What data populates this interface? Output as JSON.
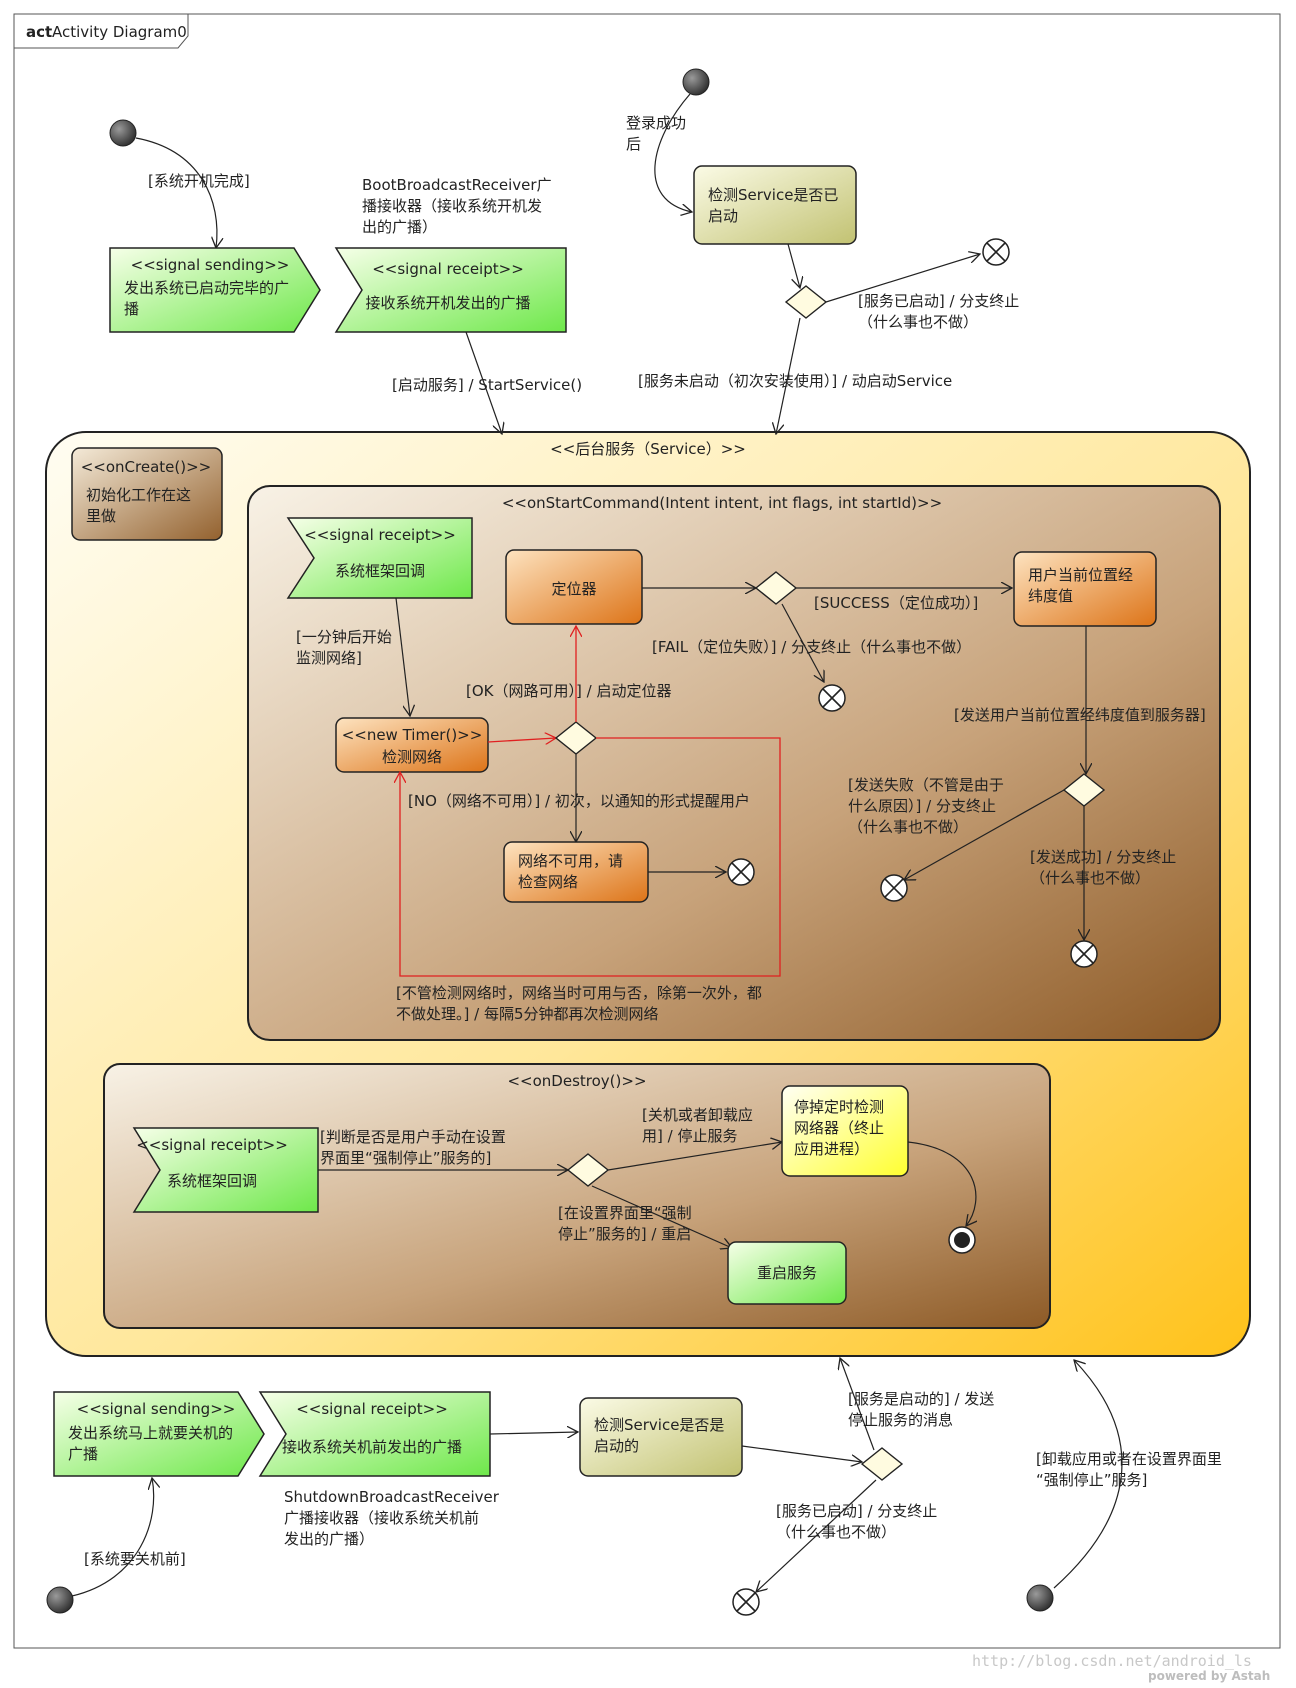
{
  "frame": {
    "keyword": "act",
    "title": "Activity Diagram0"
  },
  "containers": {
    "service": "<<后台服务（Service）>>",
    "on_start_command": "<<onStartCommand(Intent intent, int flags, int startId)>>",
    "on_destroy": "<<onDestroy()>>"
  },
  "nodes": {
    "send_boot_complete": {
      "stereotype": "<<signal sending>>",
      "lines": [
        "发出系统已启动完毕的广",
        "播"
      ]
    },
    "receive_boot": {
      "stereotype": "<<signal receipt>>",
      "lines": [
        "接收系统开机发出的广播"
      ]
    },
    "check_service_started": {
      "lines": [
        "检测Service是否已",
        "启动"
      ]
    },
    "on_create": {
      "stereotype": "<<onCreate()>>",
      "lines": [
        "初始化工作在这",
        "里做"
      ]
    },
    "framework_callback_start": {
      "stereotype": "<<signal receipt>>",
      "lines": [
        "系统框架回调"
      ]
    },
    "locator": {
      "lines": [
        "定位器"
      ]
    },
    "user_location": {
      "lines": [
        "用户当前位置经",
        "纬度值"
      ]
    },
    "new_timer": {
      "stereotype": "<<new Timer()>>",
      "lines": [
        "检测网络"
      ]
    },
    "network_unavailable": {
      "lines": [
        "网络不可用，请",
        "检查网络"
      ]
    },
    "framework_callback_destroy": {
      "stereotype": "<<signal receipt>>",
      "lines": [
        "系统框架回调"
      ]
    },
    "stop_timer": {
      "lines": [
        "停掉定时检测",
        "网络器（终止",
        "应用进程）"
      ]
    },
    "restart_service": {
      "lines": [
        "重启服务"
      ]
    },
    "send_shutdown": {
      "stereotype": "<<signal sending>>",
      "lines": [
        "发出系统马上就要关机的",
        "广播"
      ]
    },
    "receive_shutdown": {
      "stereotype": "<<signal receipt>>",
      "lines": [
        "接收系统关机前发出的广播"
      ]
    },
    "check_service_running": {
      "lines": [
        "检测Service是否是",
        "启动的"
      ]
    }
  },
  "labels": {
    "boot_complete": [
      "[系统开机完成]"
    ],
    "boot_receiver_note": [
      "BootBroadcastReceiver广",
      "播接收器（接收系统开机发",
      "出的广播）"
    ],
    "start_service": [
      "[启动服务] / StartService()"
    ],
    "login_success": [
      "登录成功",
      "后"
    ],
    "service_started_end": [
      "[服务已启动] / 分支终止",
      "（什么事也不做）"
    ],
    "service_not_started": [
      "[服务未启动（初次安装使用）] / 动启动Service"
    ],
    "one_minute": [
      "[一分钟后开始",
      "监测网络]"
    ],
    "network_ok": [
      "[OK（网路可用）] / 启动定位器"
    ],
    "network_no": [
      "[NO（网络不可用）] / 初次，以通知的形式提醒用户"
    ],
    "loop_note": [
      "[不管检测网络时，网络当时可用与否，除第一次外，都",
      "不做处理。] / 每隔5分钟都再次检测网络"
    ],
    "success": [
      "[SUCCESS（定位成功）]"
    ],
    "fail": [
      "[FAIL（定位失败）] / 分支终止（什么事也不做）"
    ],
    "send_to_server": [
      "[发送用户当前位置经纬度值到服务器]"
    ],
    "send_failed": [
      "[发送失败（不管是由于",
      "什么原因）] / 分支终止",
      "（什么事也不做）"
    ],
    "send_succeeded": [
      "[发送成功] / 分支终止",
      "（什么事也不做）"
    ],
    "judge_manual_stop": [
      "[判断是否是用户手动在设置",
      "界面里“强制停止”服务的]"
    ],
    "shutdown_or_uninstall": [
      "[关机或者卸载应",
      "用] / 停止服务"
    ],
    "force_stop_restart": [
      "[在设置界面里“强制",
      "停止”服务的] / 重启"
    ],
    "before_shutdown": [
      "[系统要关机前]"
    ],
    "shutdown_receiver_note": [
      "ShutdownBroadcastReceiver",
      "广播接收器（接收系统关机前",
      "发出的广播）"
    ],
    "service_running_send": [
      "[服务是启动的] / 发送",
      "停止服务的消息"
    ],
    "service_already_started_end": [
      "[服务已启动] / 分支终止",
      "（什么事也不做）"
    ],
    "uninstall_or_force": [
      "[卸载应用或者在设置界面里",
      "“强制停止”服务]"
    ]
  },
  "watermark": {
    "url": "http://blog.csdn.net/android_ls",
    "powered": "powered by Astah"
  },
  "colors": {
    "signal_green": "#7ef05a",
    "action_orange": "#e8842a",
    "action_olive": "#cfcf88",
    "action_yellow": "#ffff44",
    "service_gold": "#ffd23a",
    "inner_brown": "#8a5a2a",
    "loop_red": "#e02020"
  }
}
